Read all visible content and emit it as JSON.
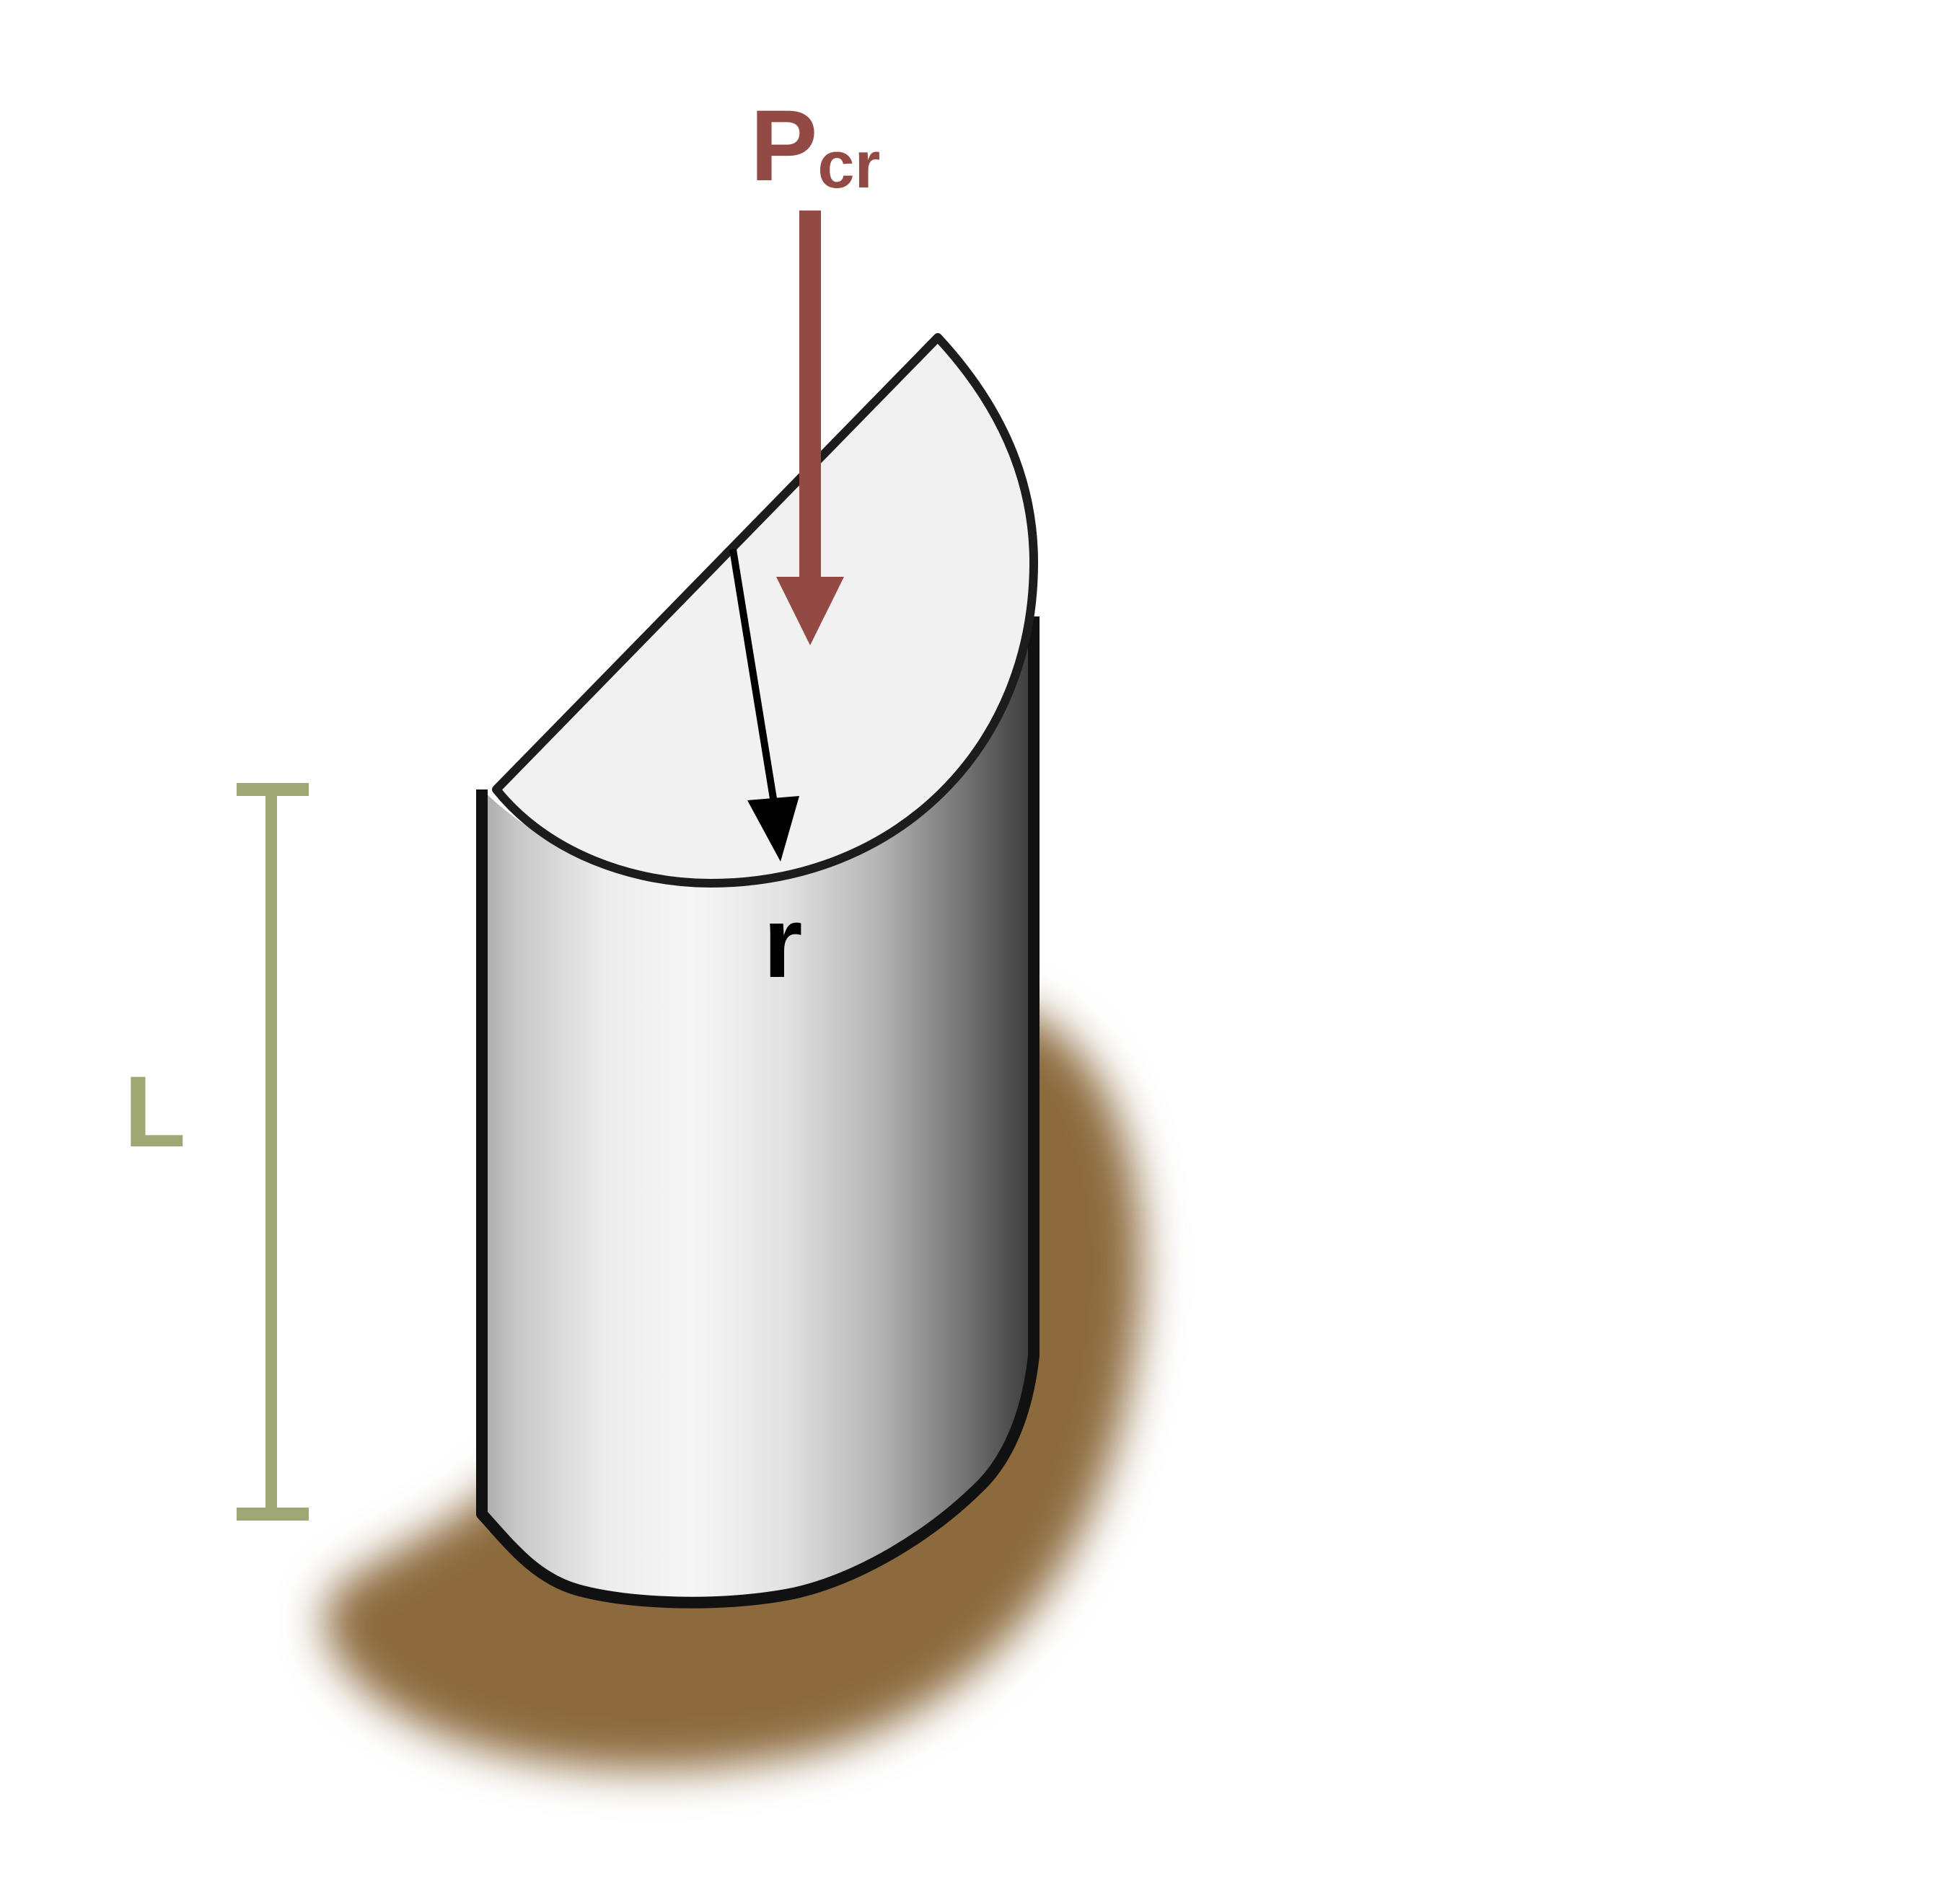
{
  "labels": {
    "load_main": "P",
    "load_sub": "cr",
    "radius": "r",
    "length": "L"
  },
  "colors": {
    "load_arrow": "#944a44",
    "length_dimension": "#9fa874",
    "ground": "#8c6a3e",
    "outline": "#111111",
    "top_face": "#f1f1f1",
    "radius_arrow": "#000000"
  },
  "icons": {
    "load": "down-arrow-icon",
    "radius": "radius-arrow-icon",
    "length": "dimension-bracket-icon"
  }
}
